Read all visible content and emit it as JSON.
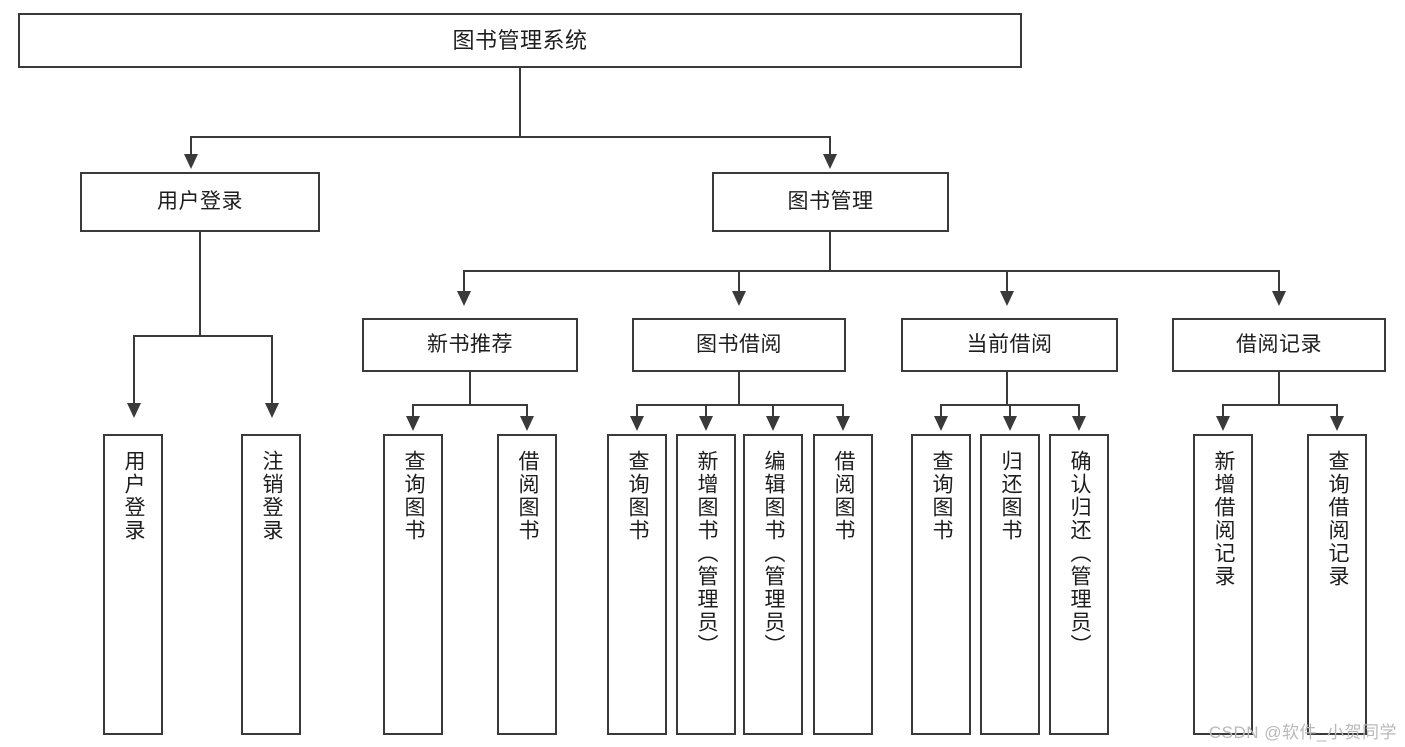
{
  "diagram": {
    "type": "tree",
    "title": "图书管理系统",
    "orientation": "top-down",
    "colors": {
      "box_border": "#3a3a3a",
      "box_fill": "#ffffff",
      "connector": "#3a3a3a",
      "text": "#1d1d1d",
      "watermark": "#b9b9b9",
      "canvas": "#ffffff"
    },
    "root": {
      "label": "图书管理系统"
    },
    "level2": [
      {
        "label": "用户登录"
      },
      {
        "label": "图书管理"
      }
    ],
    "level3": [
      {
        "label": "新书推荐"
      },
      {
        "label": "图书借阅"
      },
      {
        "label": "当前借阅"
      },
      {
        "label": "借阅记录"
      }
    ],
    "leaves": {
      "user_login": [
        {
          "label": "用户登录"
        },
        {
          "label": "注销登录"
        }
      ],
      "new_book_recommend": [
        {
          "label": "查询图书"
        },
        {
          "label": "借阅图书"
        }
      ],
      "book_borrow": [
        {
          "label": "查询图书"
        },
        {
          "label": "新增图书（管理员）"
        },
        {
          "label": "编辑图书（管理员）"
        },
        {
          "label": "借阅图书"
        }
      ],
      "current_borrow": [
        {
          "label": "查询图书"
        },
        {
          "label": "归还图书"
        },
        {
          "label": "确认归还（管理员）"
        }
      ],
      "borrow_record": [
        {
          "label": "新增借阅记录"
        },
        {
          "label": "查询借阅记录"
        }
      ]
    }
  },
  "watermark": {
    "text": "CSDN @软件_小贺同学"
  }
}
